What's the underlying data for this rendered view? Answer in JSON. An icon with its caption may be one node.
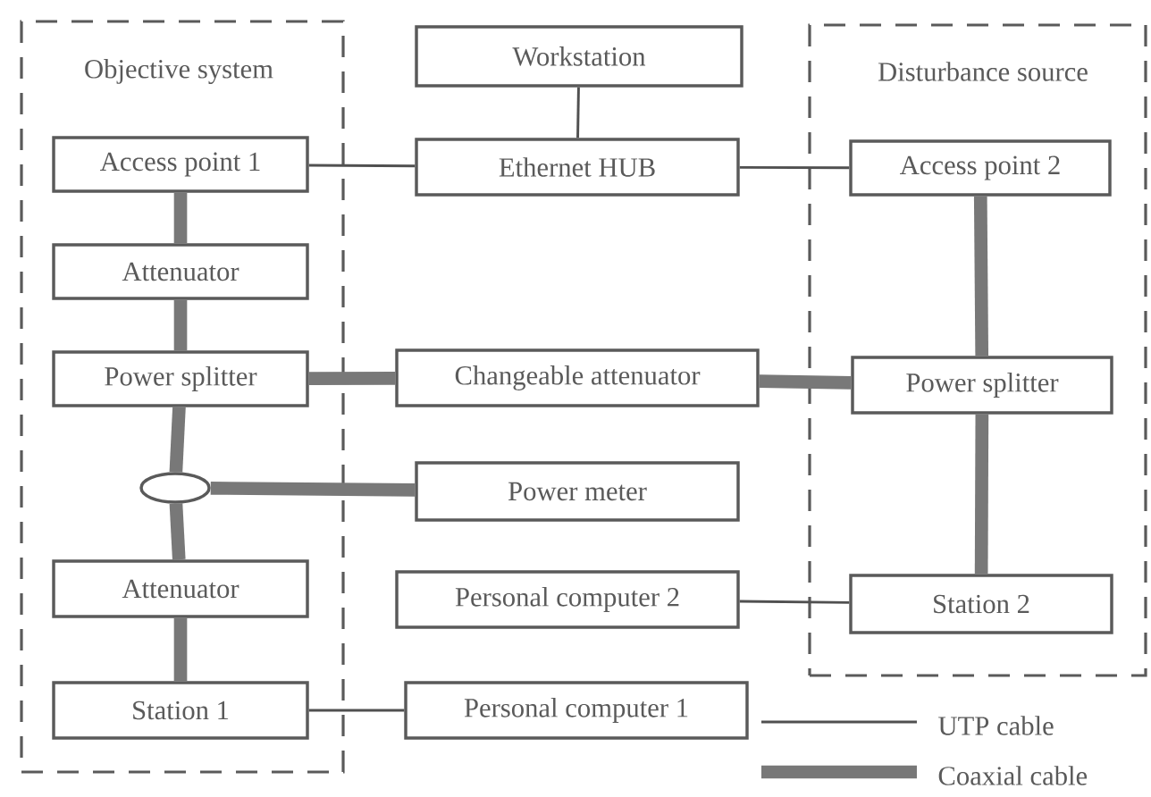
{
  "diagram": {
    "nodes": [
      {
        "text": [
          "Objective system"
        ]
      },
      {
        "text": [
          "Access point 1"
        ],
        "in": 0
      },
      {
        "text": [
          "Attenuator"
        ],
        "in": 0
      },
      {
        "text": [
          "Power splitter"
        ],
        "in": 0
      },
      {
        "text": [],
        "shape": "ellipse",
        "in": 0
      },
      {
        "text": [
          "Attenuator"
        ],
        "in": 0
      },
      {
        "text": [
          "Station 1"
        ],
        "in": 0
      },
      {
        "text": [
          "Workstation"
        ]
      },
      {
        "text": [
          "Ethernet HUB"
        ]
      },
      {
        "text": [
          "Changeable attenuator"
        ]
      },
      {
        "text": [
          "Power meter"
        ]
      },
      {
        "text": [
          "Personal computer 2"
        ]
      },
      {
        "text": [
          "Personal computer 1"
        ]
      },
      {
        "text": [
          "Disturbance source"
        ]
      },
      {
        "text": [
          "Access point 2"
        ],
        "in": 13
      },
      {
        "text": [
          "Power splitter"
        ],
        "in": 13
      },
      {
        "text": [
          "Station 2"
        ],
        "in": 13
      }
    ],
    "edges": [
      {
        "from": 1,
        "to": 2,
        "arrow": "none"
      },
      {
        "from": 2,
        "to": 3,
        "arrow": "none"
      },
      {
        "from": 3,
        "to": 4,
        "arrow": "none"
      },
      {
        "from": 4,
        "to": 5,
        "arrow": "none"
      },
      {
        "from": 4,
        "to": 10,
        "arrow": "none"
      },
      {
        "from": 5,
        "to": 6,
        "arrow": "none"
      },
      {
        "from": 7,
        "to": 8,
        "arrow": "none",
        "color": "#505050"
      },
      {
        "from": 1,
        "to": 8,
        "arrow": "none",
        "color": "#505050"
      },
      {
        "from": 8,
        "to": 14,
        "arrow": "none",
        "color": "#505050"
      },
      {
        "from": 3,
        "to": 9,
        "arrow": "none"
      },
      {
        "from": 9,
        "to": 15,
        "arrow": "none"
      },
      {
        "from": 14,
        "to": 15,
        "arrow": "none"
      },
      {
        "from": 15,
        "to": 16,
        "arrow": "none"
      },
      {
        "from": 11,
        "to": 16,
        "arrow": "none",
        "color": "#505050"
      },
      {
        "from": 6,
        "to": 12,
        "arrow": "none",
        "color": "#505050"
      }
    ],
    "legend": [
      {
        "text": "UTP cable"
      },
      {
        "text": "Coaxial cable"
      }
    ]
  }
}
